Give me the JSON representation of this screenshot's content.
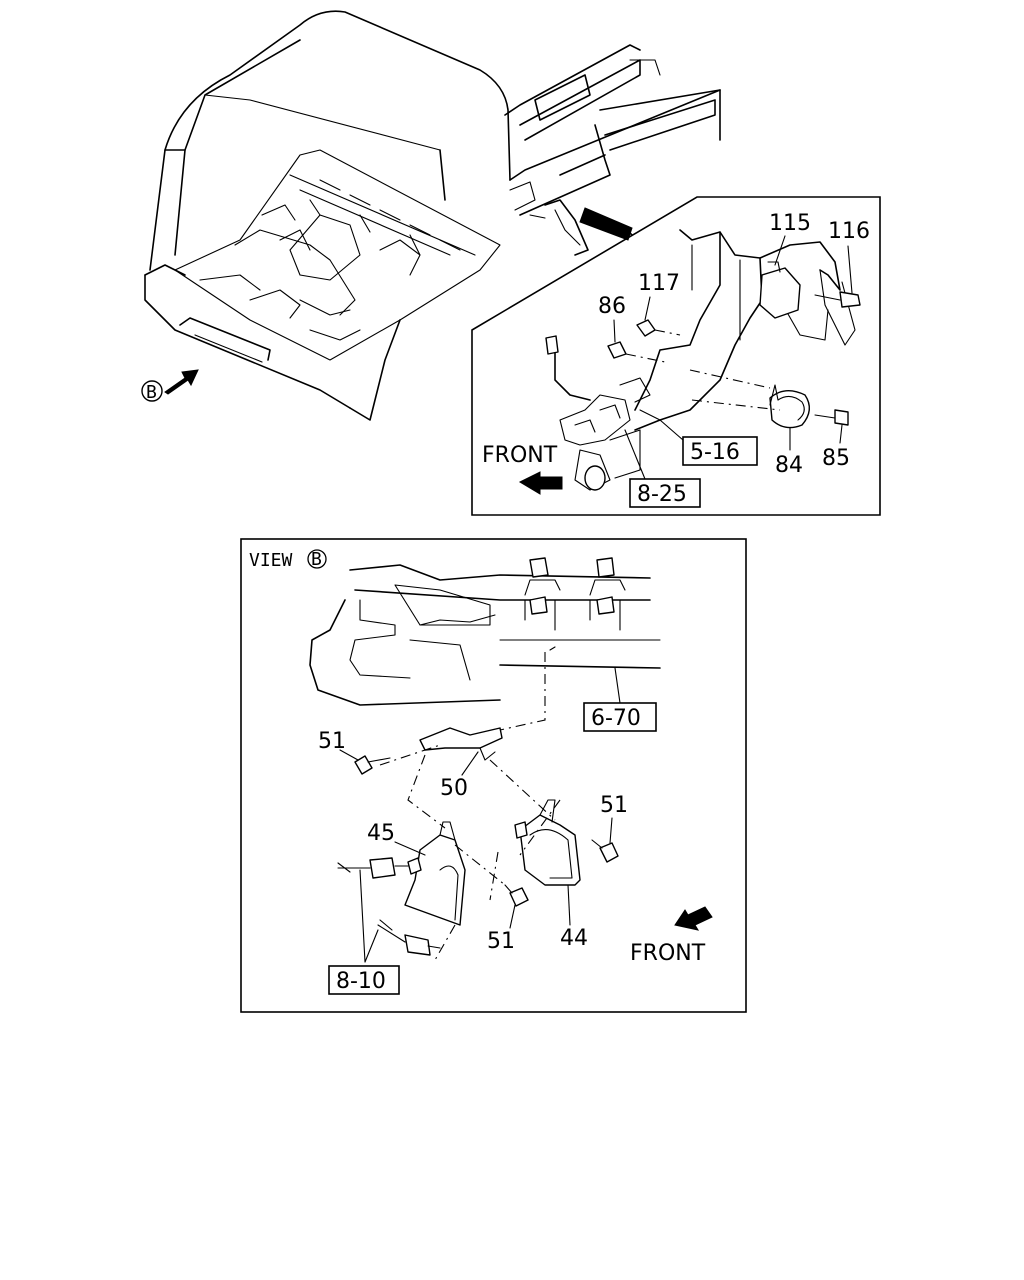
{
  "callouts": {
    "p115": "115",
    "p116": "116",
    "p117": "117",
    "p86": "86",
    "p84": "84",
    "p85": "85",
    "p51a": "51",
    "p50": "50",
    "p51b": "51",
    "p45": "45",
    "p51c": "51",
    "p44": "44"
  },
  "references": {
    "r516": "5-16",
    "r825": "8-25",
    "r670": "6-70",
    "r810": "8-10"
  },
  "view_markers": {
    "circle_b_main": "B",
    "view_word": "VIEW",
    "circle_b_view": "B"
  },
  "direction_labels": {
    "front_top": "FRONT",
    "front_bottom": "FRONT"
  }
}
